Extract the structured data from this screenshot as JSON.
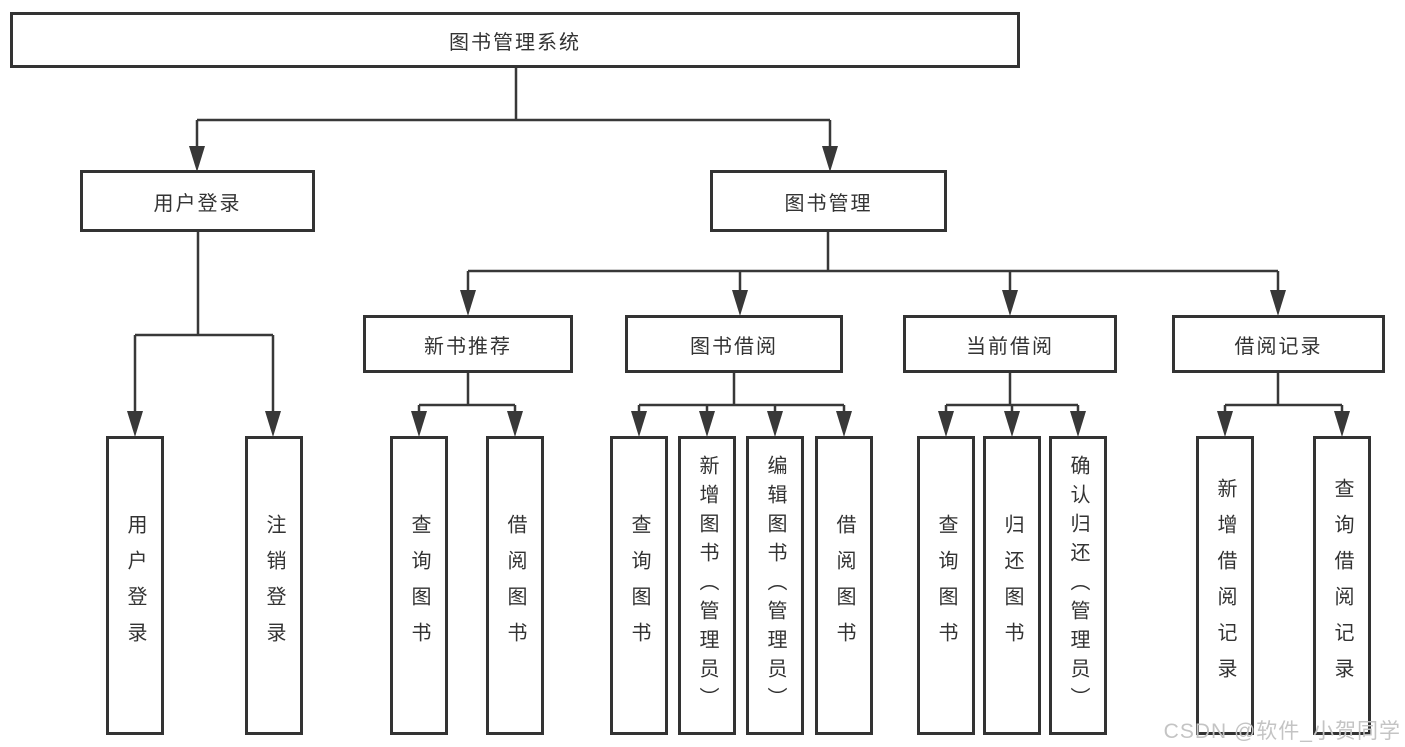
{
  "diagram": {
    "root": {
      "label": "图书管理系统"
    },
    "branches": [
      {
        "label": "用户登录",
        "children": [
          {
            "label": "用户登录"
          },
          {
            "label": "注销登录"
          }
        ]
      },
      {
        "label": "图书管理",
        "children": [
          {
            "label": "新书推荐",
            "children": [
              {
                "label": "查询图书"
              },
              {
                "label": "借阅图书"
              }
            ]
          },
          {
            "label": "图书借阅",
            "children": [
              {
                "label": "查询图书"
              },
              {
                "label": "新增图书（管理员）"
              },
              {
                "label": "编辑图书（管理员）"
              },
              {
                "label": "借阅图书"
              }
            ]
          },
          {
            "label": "当前借阅",
            "children": [
              {
                "label": "查询图书"
              },
              {
                "label": "归还图书"
              },
              {
                "label": "确认归还（管理员）"
              }
            ]
          },
          {
            "label": "借阅记录",
            "children": [
              {
                "label": "新增借阅记录"
              },
              {
                "label": "查询借阅记录"
              }
            ]
          }
        ]
      }
    ]
  },
  "watermark": "CSDN @软件_小贺同学",
  "colors": {
    "line": "#383838",
    "box_border": "#333333",
    "text": "#333333",
    "watermark": "#c4c4c4"
  }
}
